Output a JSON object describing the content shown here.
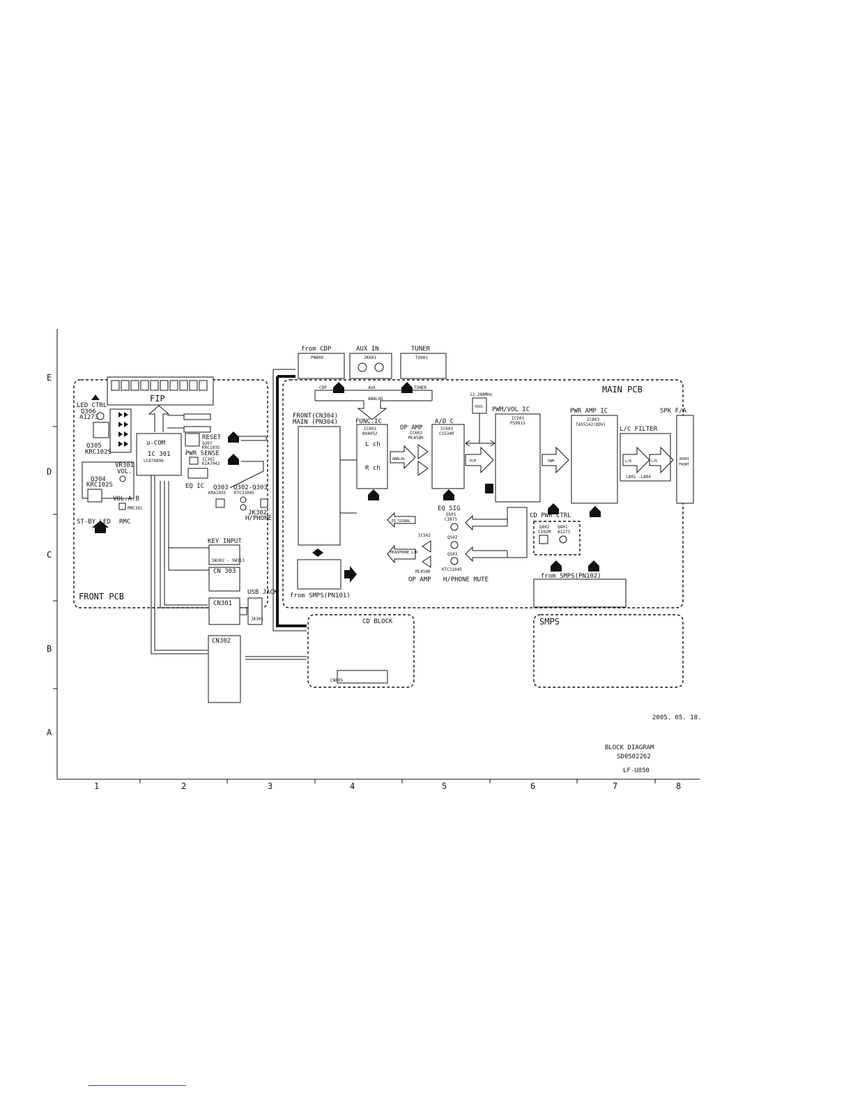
{
  "grid": {
    "rows": [
      "E",
      "D",
      "C",
      "B",
      "A"
    ],
    "cols": [
      "1",
      "2",
      "3",
      "4",
      "5",
      "6",
      "7",
      "8"
    ]
  },
  "front": {
    "pcb": "FRONT PCB",
    "fip": "FIP",
    "led_ctrl": "LED CTRL",
    "q306": "Q306",
    "q306_p": "A1273",
    "q305": "Q305",
    "q305_p": "KRC102S",
    "q304": "Q304",
    "q304_p": "KRC102S",
    "vr301": "VR301",
    "vol": "VOL.",
    "vol_ab": "VOL.A.B",
    "rmc301": "RMC301",
    "stby": "ST-BY LED",
    "rmc": "RMC",
    "ucom": "u-COM",
    "ic301": "IC 301",
    "ic301_p": "LC876896",
    "reset": "RESET",
    "q307": "Q307",
    "q307_p": "KRC103S",
    "pwr_sense": "PWR SENSE",
    "ic302": "IC302",
    "ic302_p": "KIA7042",
    "eq_ic": "EQ IC",
    "q303": "Q303",
    "q303_p": "KRA103S",
    "q302": "Q302-Q303",
    "q302_p": "KTC3104S",
    "jk302": "JK302",
    "hphone": "H/PHONE",
    "key_input": "KEY INPUT",
    "key_sw": "SW302 - SW313",
    "cn303": "CN 303",
    "cn301": "CN301",
    "usb_jack": "USB JACK",
    "jk301": "JK301",
    "cn302": "CN302"
  },
  "main": {
    "pcb": "MAIN PCB",
    "from_cdp": "from CDP",
    "pn806": "PN806",
    "aux_in": "AUX IN",
    "jk601": "JK601",
    "tuner": "TUNER",
    "tu601": "TU601",
    "cdp": "CDP",
    "aux": "AUX",
    "tuner_lbl": "TUNER",
    "analog": "ANALOG",
    "front_cn": "FRONT(CN304)",
    "main_pn": "MAIN (PN304)",
    "func_ic": "FUNC.IC",
    "ic601": "IC601",
    "ic601_p": "BU4052",
    "lch": "L ch",
    "rch": "R ch",
    "op_amp": "OP AMP",
    "ic602": "IC602",
    "ic602_p": "MC4580",
    "ad_c": "A/D C",
    "ic603": "IC603",
    "ic603_p": "CS5340",
    "x501": "X501",
    "xtal": "12.288MHz",
    "pwm_vol": "PWM/VOL IC",
    "ic503": "IC503",
    "ic503_p": "PS9813",
    "pwr_amp": "PWR AMP IC",
    "ic803": "IC803",
    "ic803_p": "TAS5142(DDV)",
    "lc_filter": "L/C FILTER",
    "l801": "L801 -L804",
    "spk": "SPK F/A",
    "jk801": "JK801",
    "jk801_p": "FRONT",
    "pcm": "PCM",
    "pwm": "PWM",
    "lr": "L/R",
    "eq_sig": "EQ SIG",
    "q501": "Q501",
    "q501_p": "C3875",
    "eq_signal": "EQ SIGNAL",
    "ic502": "IC502",
    "mc4580": "MC4580",
    "headphone": "HEADPHONE L/R",
    "q502": "Q502",
    "q503": "Q503",
    "ktc": "KTC3104S",
    "op_amp2": "OP AMP",
    "hphone_mute": "H/PHONE MUTE",
    "cd_pwr": "CD PWR CTRL",
    "q802": "Q802",
    "q802_p": "C102M",
    "q801": "Q801",
    "q801_p": "A1273",
    "from_smps101": "from SMPS(PN101)",
    "from_smps102": "from SMPS(PN102)"
  },
  "cd": {
    "title": "CD BLOCK",
    "cn": "CN805"
  },
  "smps": {
    "title": "SMPS"
  },
  "title_block": {
    "date": "2005. 05. 18.",
    "title": "BLOCK DIAGRAM",
    "doc": "SD0502262",
    "model": "LF-U850"
  }
}
